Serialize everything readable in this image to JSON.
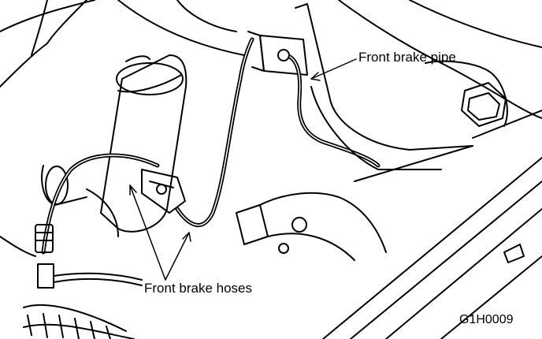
{
  "labels": {
    "front_brake_pipe": "Front brake pipe",
    "front_brake_hoses": "Front brake hoses",
    "figure_code": "G1H0009"
  },
  "colors": {
    "ink": "#000000",
    "paper": "#ffffff"
  }
}
